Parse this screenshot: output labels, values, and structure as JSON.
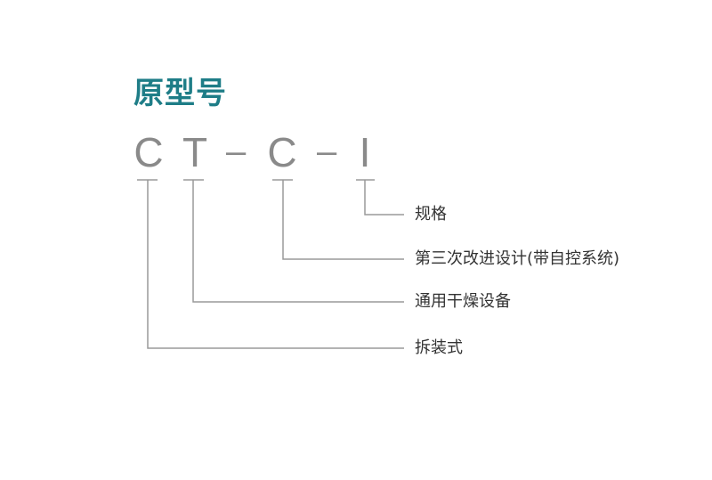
{
  "title": "原型号",
  "code": {
    "chars": [
      "C",
      "T",
      "C",
      "I"
    ],
    "separator": "–"
  },
  "labels": [
    "规格",
    "第三次改进设计(带自控系统)",
    "通用干燥设备",
    "拆装式"
  ],
  "colors": {
    "title": "#1e7d87",
    "code": "#8a8a8a",
    "line": "#9a9a9a",
    "label": "#333333"
  }
}
